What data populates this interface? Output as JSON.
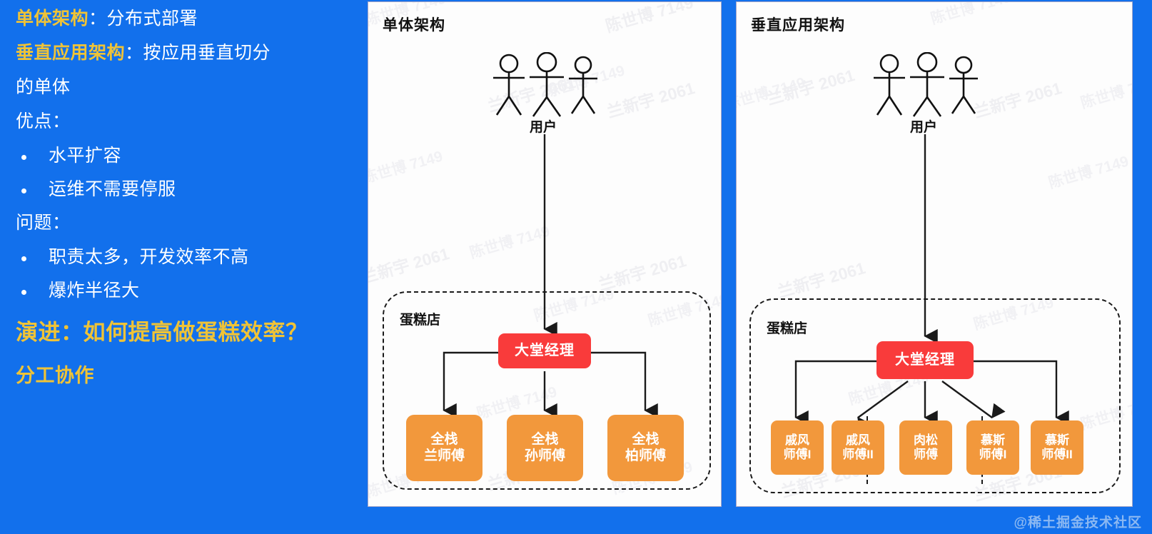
{
  "theme": {
    "background_blue": "#1270EC",
    "gold": "#EFC337",
    "white": "#FFFFFF",
    "manager_red": "#F93B3B",
    "worker_orange": "#F2983C",
    "panel_bg": "#FDFDFD"
  },
  "slide": {
    "lines": [
      {
        "gold": "单体架构",
        "rest": "：分布式部署"
      },
      {
        "gold": "垂直应用架构",
        "rest": "：按应用垂直切分"
      },
      {
        "gold": "",
        "rest": "的单体"
      },
      {
        "gold": "",
        "rest": "优点："
      }
    ],
    "line1_gold": "单体架构",
    "line1_rest": "：分布式部署",
    "line2_gold": "垂直应用架构",
    "line2_rest": "：按应用垂直切分",
    "line3": "的单体",
    "pros_heading": "优点：",
    "pros": [
      "水平扩容",
      "运维不需要停服"
    ],
    "issues_heading": "问题：",
    "issues": [
      "职责太多，开发效率不高",
      "爆炸半径大"
    ],
    "evolution": "演进：如何提高做蛋糕效率？",
    "collaboration": "分工协作"
  },
  "panels": {
    "monolith": {
      "title": "单体架构",
      "user_label": "用户",
      "shop_label": "蛋糕店",
      "manager": "大堂经理",
      "workers": [
        {
          "line1": "全栈",
          "line2": "兰师傅"
        },
        {
          "line1": "全栈",
          "line2": "孙师傅"
        },
        {
          "line1": "全栈",
          "line2": "柏师傅"
        }
      ]
    },
    "vertical": {
      "title": "垂直应用架构",
      "user_label": "用户",
      "shop_label": "蛋糕店",
      "manager": "大堂经理",
      "workers": [
        {
          "line1": "戚风",
          "line2": "师傅I"
        },
        {
          "line1": "戚风",
          "line2": "师傅II"
        },
        {
          "line1": "肉松",
          "line2": "师傅"
        },
        {
          "line1": "慕斯",
          "line2": "师傅I"
        },
        {
          "line1": "慕斯",
          "line2": "师傅II"
        }
      ]
    }
  },
  "watermarks": {
    "name_a": "兰新宇 2061",
    "name_b": "陈世博 7149",
    "corner": "@稀土掘金技术社区"
  }
}
